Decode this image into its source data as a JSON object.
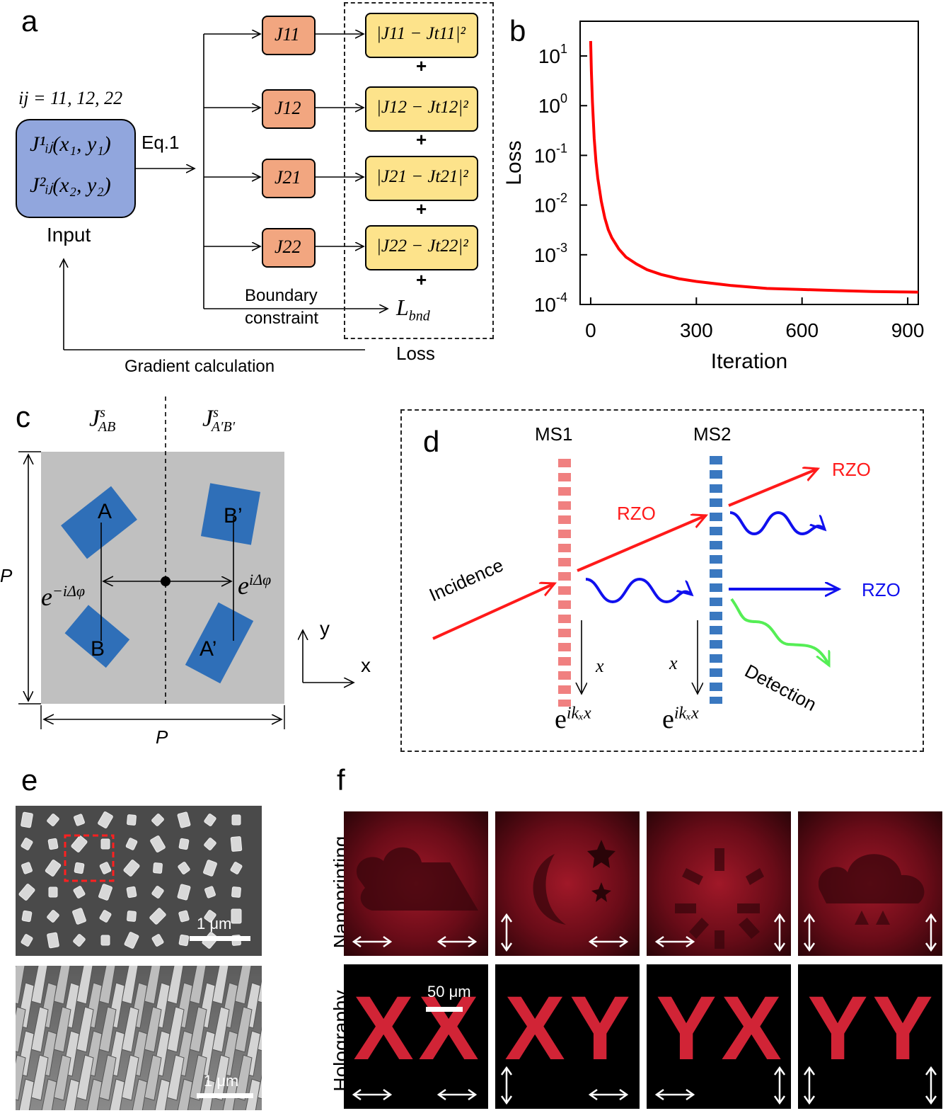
{
  "panels": {
    "a": "a",
    "b": "b",
    "c": "c",
    "d": "d",
    "e": "e",
    "f": "f"
  },
  "panel_a": {
    "ij": "ij = 11, 12, 22",
    "input_line1": "J¹ᵢⱼ(x₁, y₁)",
    "input_line2": "J²ᵢⱼ(x₂, y₂)",
    "input_label": "Input",
    "eq_label": "Eq.1",
    "j_terms": [
      "J11",
      "J12",
      "J21",
      "J22"
    ],
    "loss_terms": [
      "|J11 − Jt11|²",
      "|J12 − Jt12|²",
      "|J21 − Jt21|²",
      "|J22 − Jt22|²"
    ],
    "plus": "+",
    "boundary_line1": "Boundary",
    "boundary_line2": "constraint",
    "lbnd": "L",
    "lbnd_sub": "bnd",
    "loss_label": "Loss",
    "gradient_label": "Gradient calculation"
  },
  "chart_data": {
    "type": "line",
    "title": "",
    "xlabel": "Iteration",
    "ylabel": "Loss",
    "xlim": [
      -30,
      930
    ],
    "ylim": [
      0.0001,
      50
    ],
    "yscale": "log",
    "xticks": [
      0,
      300,
      600,
      900
    ],
    "xtick_labels": [
      "0",
      "300",
      "600",
      "900"
    ],
    "yticks": [
      0.0001,
      0.001,
      0.01,
      0.1,
      1,
      10
    ],
    "ytick_labels": [
      {
        "base": "10",
        "exp": "-4"
      },
      {
        "base": "10",
        "exp": "-3"
      },
      {
        "base": "10",
        "exp": "-2"
      },
      {
        "base": "10",
        "exp": "-1"
      },
      {
        "base": "10",
        "exp": "0"
      },
      {
        "base": "10",
        "exp": "1"
      }
    ],
    "grid": false,
    "series": [
      {
        "color": "#ff0000",
        "x": [
          0,
          2,
          5,
          10,
          15,
          20,
          30,
          40,
          50,
          60,
          80,
          100,
          130,
          160,
          200,
          250,
          300,
          400,
          500,
          600,
          700,
          800,
          900,
          930
        ],
        "y": [
          20,
          5,
          1.2,
          0.22,
          0.075,
          0.035,
          0.012,
          0.0055,
          0.0032,
          0.0022,
          0.0013,
          0.0009,
          0.00065,
          0.0005,
          0.0004,
          0.00033,
          0.00029,
          0.00024,
          0.00021,
          0.0002,
          0.00019,
          0.000182,
          0.000178,
          0.000177
        ]
      }
    ]
  },
  "panel_c": {
    "j_ab": "J",
    "j_ab_sup": "s",
    "j_ab_sub": "AB",
    "j_apbp_sub": "A′B′",
    "labels": {
      "A": "A",
      "B": "B",
      "Ap": "A’",
      "Bp": "B’"
    },
    "phase_left": "e",
    "phase_left_sup": "−iΔφ",
    "phase_right": "e",
    "phase_right_sup": "iΔφ",
    "period": "P",
    "axis_x": "x",
    "axis_y": "y",
    "colors": {
      "cell": "#c0c0c0",
      "pillar": "#2f6fb8"
    }
  },
  "panel_d": {
    "ms1": "MS1",
    "ms2": "MS2",
    "incidence": "Incidence",
    "rzo": "RZO",
    "detection": "Detection",
    "axis_x": "x",
    "phase": "e",
    "phase_sup": "ikₓx",
    "colors": {
      "ms1": "#f08080",
      "ms2": "#3a78c0",
      "red": "#ff1a1a",
      "blue": "#1010ee",
      "green": "#55ee55"
    }
  },
  "panel_e": {
    "scale_top": "1 μm",
    "scale_bottom": "1 μm"
  },
  "panel_f": {
    "row1": "Nanoprinting",
    "row2": "Holography",
    "scale": "50 μm",
    "letters": [
      "X",
      "X",
      "X",
      "Y",
      "Y",
      "X",
      "Y",
      "Y"
    ]
  }
}
